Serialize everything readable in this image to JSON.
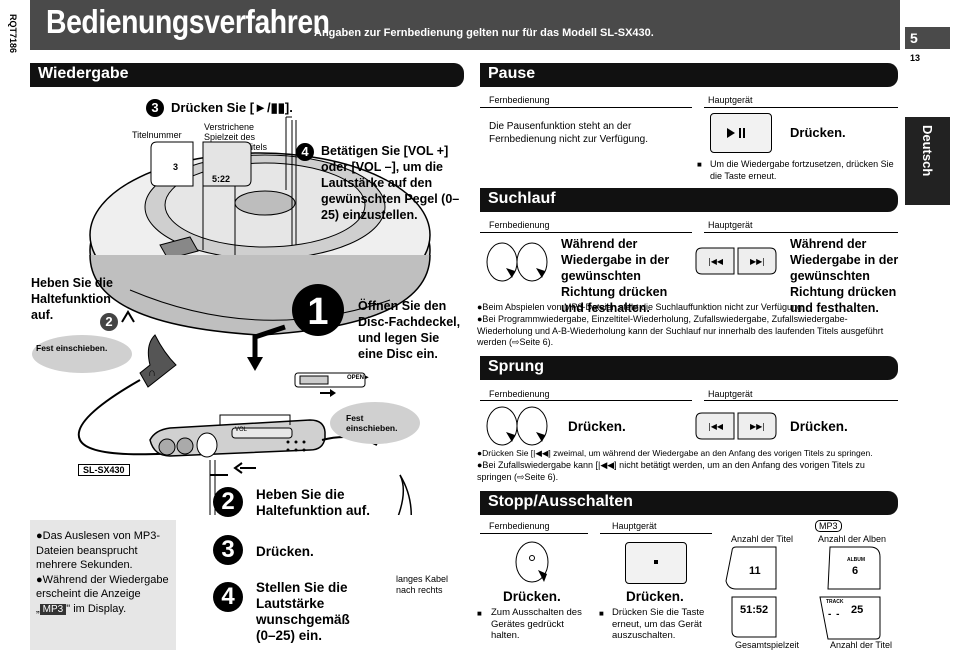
{
  "header": {
    "title": "Bedienungsverfahren",
    "subtitle": "Angaben zur Fernbedienung gelten nur für das Modell SL-SX430.",
    "page_number": "5",
    "page_small": "13",
    "side_code": "RQT7186",
    "language_tab": "Deutsch"
  },
  "wiedergabe": {
    "heading": "Wiedergabe",
    "step3_top": "Drücken Sie [►/▮▮].",
    "label_titelnummer": "Titelnummer",
    "label_verstrichene": "Verstrichene Spielzeit des laufenden Titels",
    "display_track": "3",
    "display_time": "5:22",
    "step4_top": "Betätigen Sie [VOL +] oder [VOL –], um die Lautstärke auf den gewünschten Pegel (0–25) einzustellen.",
    "step2_side": "Heben Sie die Haltefunktion auf.",
    "fest1": "Fest einschieben.",
    "step1_side": "Öffnen Sie den Disc-Fachdeckel, und legen Sie eine Disc ein.",
    "open_label": "OPEN►",
    "fest2": "Fest einschieben.",
    "vol_label": "VOL",
    "model_label": "SL-SX430",
    "cable_label": "langes Kabel nach rechts",
    "step2_remote": "Heben Sie die Haltefunktion auf.",
    "step3_remote": "Drücken.",
    "step4_remote": "Stellen Sie die Lautstärke wunschgemäß (0–25) ein.",
    "note_part1": "●Das Auslesen von MP3-Dateien beansprucht mehrere Sekunden.",
    "note_part2a": "●Während der Wiedergabe erscheint die Anzeige „",
    "note_mp3": "MP3",
    "note_part2b": "\" im Display.",
    "num3": "3",
    "num4": "4",
    "num2": "2",
    "num1": "1"
  },
  "pause": {
    "heading": "Pause",
    "col_remote": "Fernbedienung",
    "col_main": "Hauptgerät",
    "remote_text": "Die Pausenfunktion steht an der Fernbedienung nicht zur Verfügung.",
    "main_action": "Drücken.",
    "main_note": "Um die Wiedergabe fortzusetzen, drücken Sie die Taste erneut."
  },
  "suchlauf": {
    "heading": "Suchlauf",
    "col_remote": "Fernbedienung",
    "col_main": "Hauptgerät",
    "remote_action": "Während der Wiedergabe in der gewünschten Richtung drücken und festhalten.",
    "main_action": "Während der Wiedergabe in der gewünschten Richtung drücken und festhalten.",
    "note1": "●Beim Abspielen von MP3-Dateien steht die Suchlauffunktion nicht zur Verfügung.",
    "note2": "●Bei Programmwiedergabe, Einzeltitel-Wiederholung, Zufallswiedergabe, Zufallswiedergabe-Wiederholung und A-B-Wiederholung kann der Suchlauf nur innerhalb des laufenden Titels ausgeführt werden (⇨Seite 6)."
  },
  "sprung": {
    "heading": "Sprung",
    "col_remote": "Fernbedienung",
    "col_main": "Hauptgerät",
    "remote_action": "Drücken.",
    "main_action": "Drücken.",
    "note1": "●Drücken Sie [|◀◀] zweimal, um während der Wiedergabe an den Anfang des vorigen Titels zu springen.",
    "note2": "●Bei Zufallswiedergabe kann [|◀◀] nicht betätigt werden, um an den Anfang des vorigen Titels zu springen (⇨Seite 6)."
  },
  "stopp": {
    "heading": "Stopp/Ausschalten",
    "col_remote": "Fernbedienung",
    "col_main": "Hauptgerät",
    "remote_action": "Drücken.",
    "remote_note": "Zum Ausschalten des Gerätes gedrückt halten.",
    "main_action": "Drücken.",
    "main_note": "Drücken Sie die Taste erneut, um das Gerät auszuschalten.",
    "label_titel": "Anzahl der Titel",
    "label_mp3": "MP3",
    "label_alben": "Anzahl der Alben",
    "display_titel": "11",
    "display_alben": "6",
    "display_album_tag": "ALBUM",
    "display_time": "51:52",
    "display_track_tag": "TRACK",
    "display_tracks": "25",
    "label_gesamt": "Gesamtspielzeit",
    "label_titel2": "Anzahl der Titel"
  }
}
